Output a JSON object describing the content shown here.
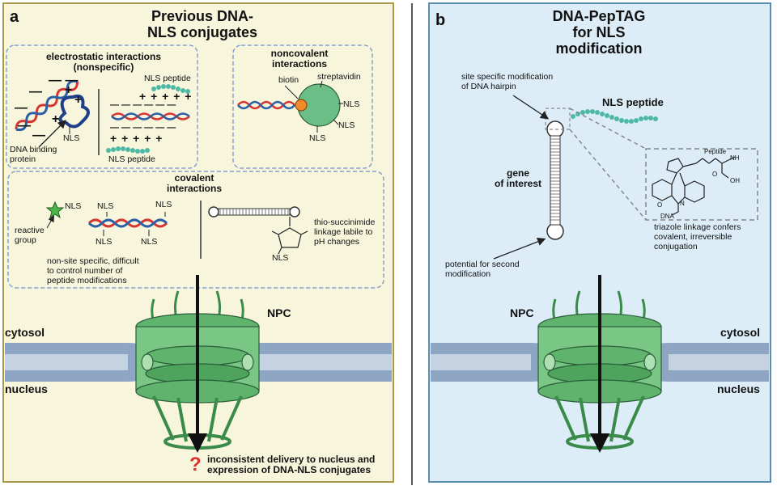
{
  "panel_a": {
    "letter": "a",
    "title_line1": "Previous DNA-",
    "title_line2": "NLS conjugates",
    "electrostatic": {
      "heading_line1": "electrostatic interactions",
      "heading_line2": "(nonspecific)",
      "dna_binding_line1": "DNA binding",
      "dna_binding_line2": "protein",
      "nls": "NLS",
      "nls_peptide_top": "NLS peptide",
      "nls_peptide_bottom": "NLS peptide",
      "plus_row": "+ + + + +",
      "minus_row": "— — — — — —"
    },
    "noncovalent": {
      "heading_line1": "noncovalent",
      "heading_line2": "interactions",
      "biotin": "biotin",
      "streptavidin": "streptavidin",
      "nls": "NLS"
    },
    "covalent": {
      "heading_line1": "covalent",
      "heading_line2": "interactions",
      "nls": "NLS",
      "reactive_line1": "reactive",
      "reactive_line2": "group",
      "note_line1": "non-site specific, difficult",
      "note_line2": "to control number of",
      "note_line3": "peptide modifications",
      "thio_line1": "thio-succinimide",
      "thio_line2": "linkage labile to",
      "thio_line3": "pH changes"
    },
    "npc": "NPC",
    "cytosol": "cytosol",
    "nucleus": "nucleus",
    "question_mark": "?",
    "outcome_line1": "inconsistent delivery to nucleus and",
    "outcome_line2": "expression of DNA-NLS conjugates"
  },
  "panel_b": {
    "letter": "b",
    "title_line1": "DNA-PepTAG",
    "title_line2": "for NLS",
    "title_line3": "modification",
    "site_line1": "site specific modification",
    "site_line2": "of DNA hairpin",
    "nls_peptide": "NLS peptide",
    "gene_line1": "gene",
    "gene_line2": "of interest",
    "peptide": "Peptide",
    "nh": "NH",
    "oh": "OH",
    "o": "O",
    "n": "N",
    "dna": "DNA",
    "triazole_line1": "triazole linkage confers",
    "triazole_line2": "covalent, irreversible",
    "triazole_line3": "conjugation",
    "potential_line1": "potential for second",
    "potential_line2": "modification",
    "npc": "NPC",
    "cytosol": "cytosol",
    "nucleus": "nucleus"
  },
  "colors": {
    "panel_a_bg": "#f7f5dc",
    "panel_a_border": "#a89a4a",
    "panel_b_bg": "#dcedf7",
    "panel_b_border": "#5a8fb0",
    "dna_red": "#d8342f",
    "dna_blue": "#2a5fa8",
    "peptide_teal": "#4db8a6",
    "npc_green": "#5fb36c",
    "membrane_blue": "#8ea6c4",
    "biotin_orange": "#f08a2a"
  }
}
